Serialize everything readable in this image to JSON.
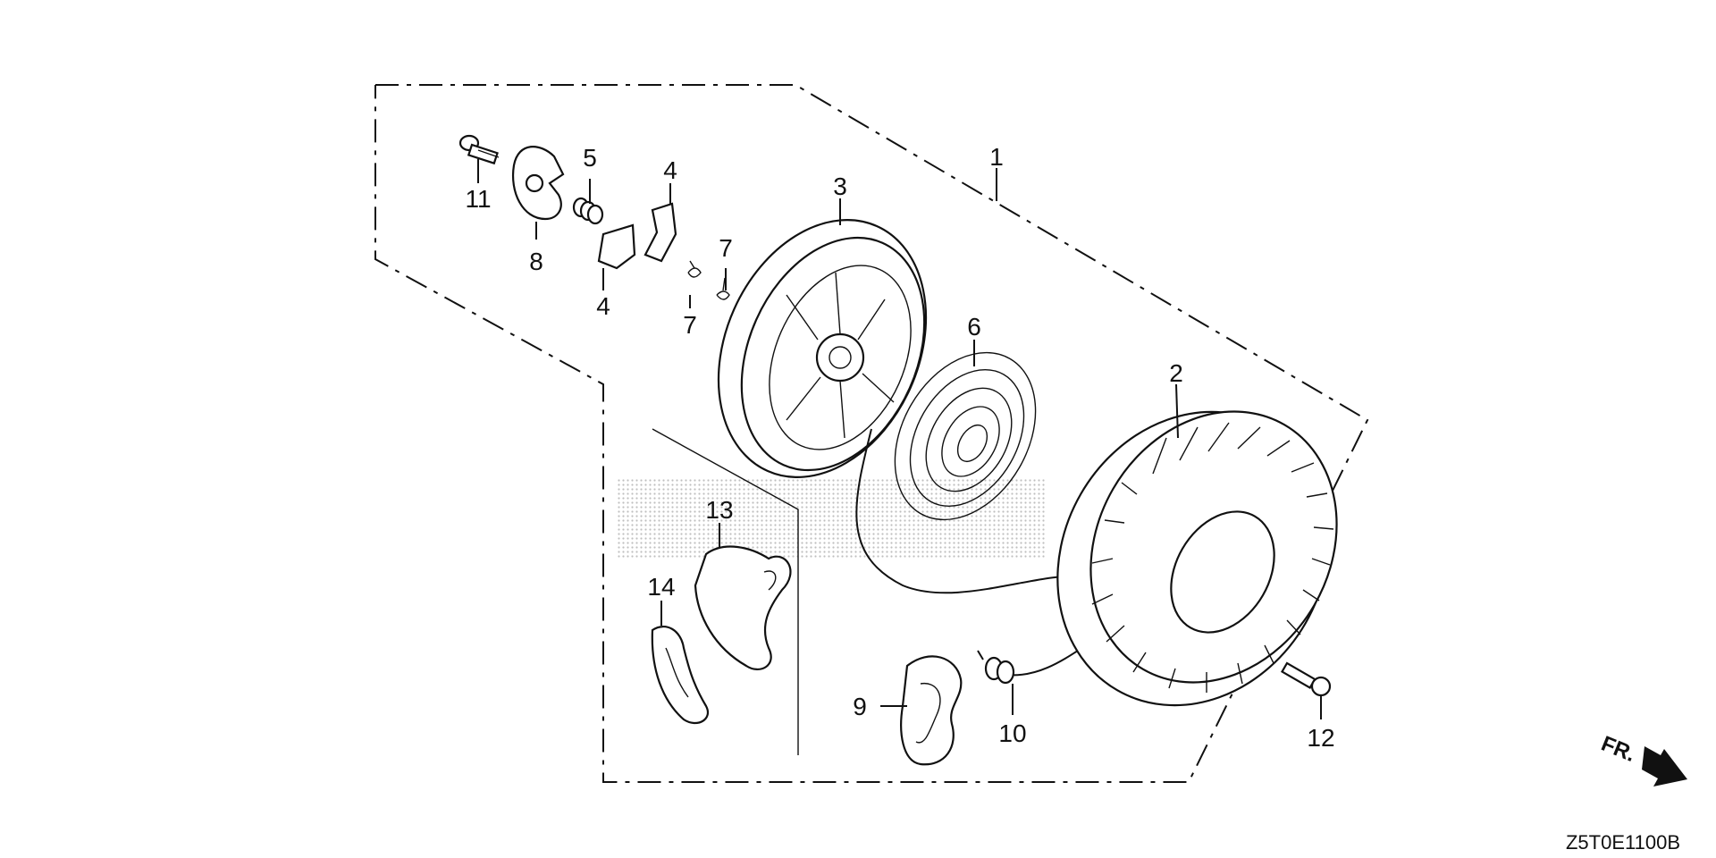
{
  "diagram": {
    "callouts": {
      "c1": "1",
      "c2": "2",
      "c3": "3",
      "c4a": "4",
      "c4b": "4",
      "c5": "5",
      "c6": "6",
      "c7a": "7",
      "c7b": "7",
      "c8": "8",
      "c9": "9",
      "c10": "10",
      "c11": "11",
      "c12": "12",
      "c13": "13",
      "c14": "14"
    },
    "direction_label": "FR.",
    "diagram_code": "Z5T0E1100B",
    "colors": {
      "ink": "#111111",
      "watermark": "#b8b8b8",
      "background": "#ffffff"
    }
  }
}
